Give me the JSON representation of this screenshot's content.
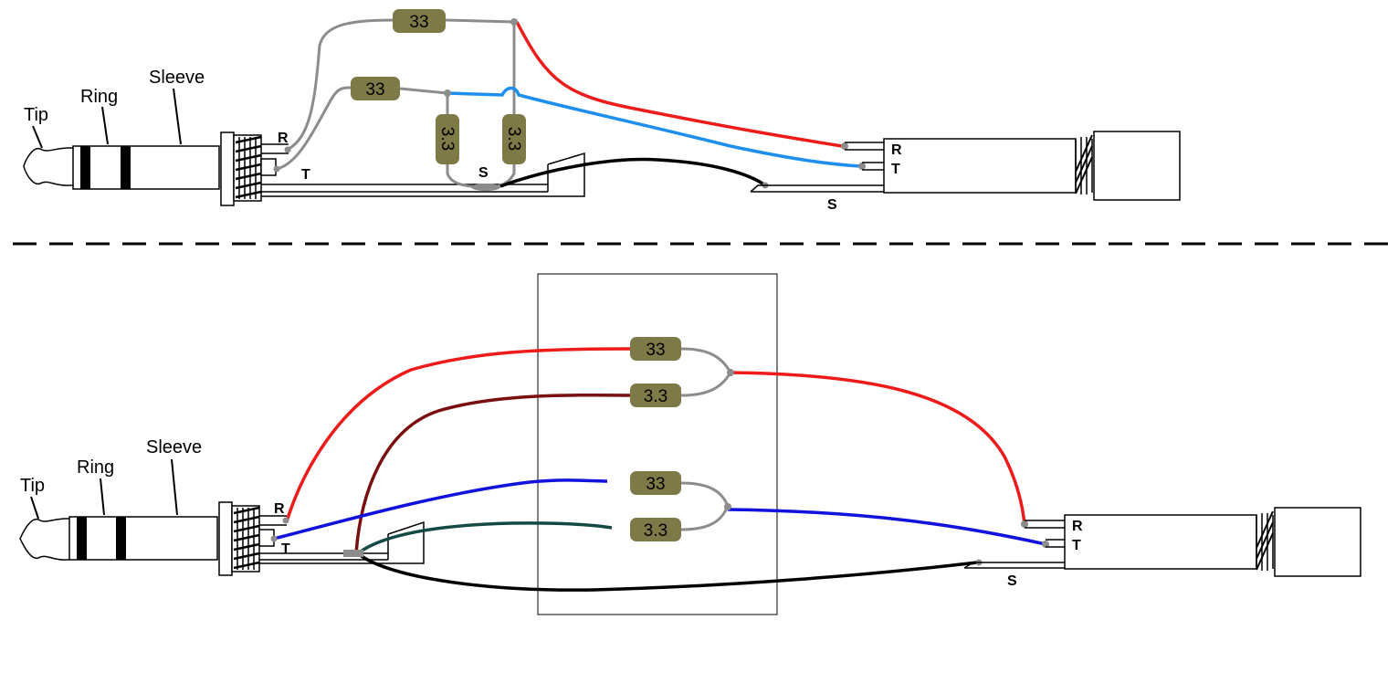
{
  "plug_labels": {
    "tip": "Tip",
    "ring": "Ring",
    "sleeve": "Sleeve"
  },
  "terminal_labels": {
    "r": "R",
    "t": "T",
    "s": "S"
  },
  "top_resistors": {
    "r1": "33",
    "r2": "33",
    "r3": "3.3",
    "r4": "3.3"
  },
  "bottom_resistors": {
    "r1": "33",
    "r2": "3.3",
    "r3": "33",
    "r4": "3.3"
  },
  "colors": {
    "resistor_body": "#7e7a48",
    "gray_lead": "#8c8c8c",
    "red_wire": "#ee1b1b",
    "blue_wire": "#1e8fee",
    "dark_blue_wire": "#1212dd",
    "dark_red_wire": "#7a0f0f",
    "dark_green_wire": "#134a45",
    "black_wire": "#000000"
  },
  "icons": {
    "plug": "trs-plug-icon",
    "socket": "trs-socket-icon",
    "resistor": "resistor-icon"
  }
}
